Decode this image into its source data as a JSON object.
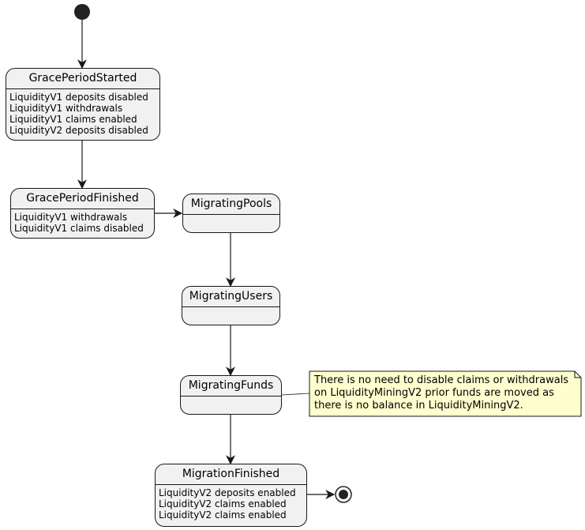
{
  "diagram": {
    "states": {
      "grace_period_started": {
        "title": "GracePeriodStarted",
        "lines": [
          "LiquidityV1 deposits disabled",
          "LiquidityV1 withdrawals",
          "LiquidityV1 claims enabled",
          "LiquidityV2 deposits disabled"
        ]
      },
      "grace_period_finished": {
        "title": "GracePeriodFinished",
        "lines": [
          "LiquidityV1 withdrawals",
          "LiquidityV1 claims disabled"
        ]
      },
      "migrating_pools": {
        "title": "MigratingPools"
      },
      "migrating_users": {
        "title": "MigratingUsers"
      },
      "migrating_funds": {
        "title": "MigratingFunds"
      },
      "migration_finished": {
        "title": "MigrationFinished",
        "lines": [
          "LiquidityV2 deposits enabled",
          "LiquidityV2 claims enabled",
          "LiquidityV2 claims enabled"
        ]
      }
    },
    "note": {
      "lines": [
        "There is no need to disable claims or withdrawals",
        "on LiquidityMiningV2 prior funds are moved as",
        "there is no balance in LiquidityMiningV2."
      ]
    },
    "colors": {
      "state_fill": "#f1f1f1",
      "stroke": "#181818",
      "note_fill": "#fefece",
      "arrow": "#181818"
    }
  }
}
